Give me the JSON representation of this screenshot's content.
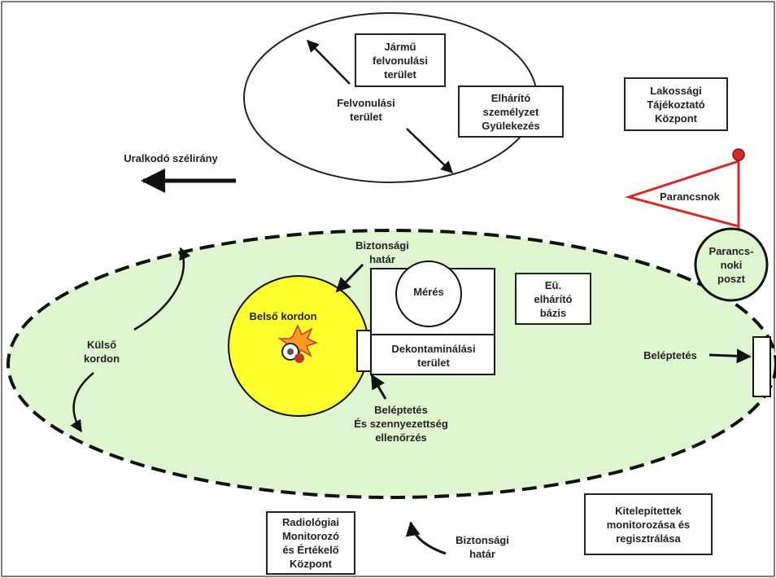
{
  "labels": {
    "jarmu": "Jármű\nfelvonulási\nterület",
    "felvonulasi": "Felvonulási\nterület",
    "elharito_szemelyzet": "Elhárító\nszemélyzet\nGyülekezés",
    "lakossagi": "Lakossági\nTájékoztató\nKözpont",
    "uralkodo": "Uralkodó szélirány",
    "parancsnok": "Parancsnok",
    "parancsnoki_poszt": "Parancs-\nnoki\nposzt",
    "biztonsagi_hatar_top": "Biztonsági\nhatár",
    "meres": "Mérés",
    "eu_elharito": "Eü.\nelhárító\nbázis",
    "belso_kordon": "Belső kordon",
    "kulso_kordon": "Külső\nkordon",
    "dekontaminalasi": "Dekontaminálási\nterület",
    "beleptetes_right": "Beléptetés",
    "beleptetes_szennyezettseg": "Beléptetés\nÉs szennyezettség\nellenőrzés",
    "radiologiai": "Radiológiai\nMonitorozó\nés Értékelő\nKözpont",
    "biztonsagi_hatar_bottom": "Biztonsági\nhatár",
    "kitelepitettek": "Kitelepítettek\nmonitorozása és\nregisztrálása"
  },
  "colors": {
    "outer_zone_fill": "#dff5d0",
    "inner_cordon_fill": "#ffff2e",
    "command_flag": "#d42a2a",
    "line": "#111111"
  },
  "icons": {
    "hazard": "explosion-hazard-icon"
  }
}
